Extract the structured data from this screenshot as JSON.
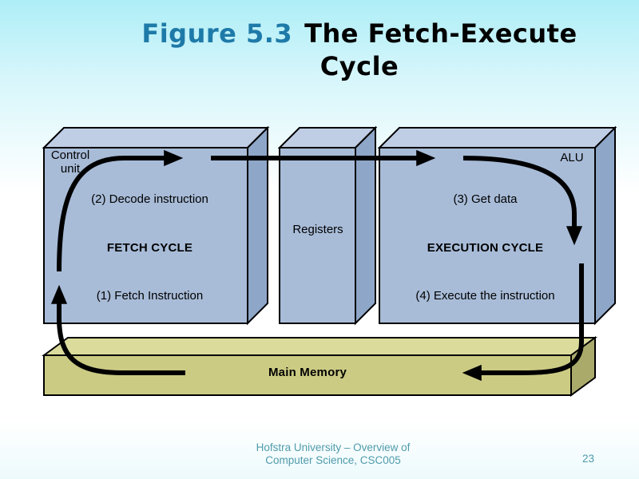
{
  "slide": {
    "title": {
      "figure_label": "Figure 5.3",
      "title_text": "The Fetch-Execute Cycle"
    },
    "footer": {
      "line1": "Hofstra University – Overview of",
      "line2": "Computer Science, CSC005",
      "page_number": "23"
    }
  },
  "diagram": {
    "control_unit": {
      "corner_label": "Control unit",
      "step2": "(2) Decode instruction",
      "cycle_label": "FETCH CYCLE",
      "step1": "(1) Fetch Instruction"
    },
    "registers": {
      "label": "Registers"
    },
    "alu": {
      "corner_label": "ALU",
      "step3": "(3) Get data",
      "cycle_label": "EXECUTION CYCLE",
      "step4": "(4) Execute the instruction"
    },
    "memory": {
      "label": "Main Memory"
    },
    "colors": {
      "box_front": "#a8bcd8",
      "box_top": "#bfcde5",
      "box_side": "#8ea6c8",
      "memory_front": "#cbcb84",
      "memory_top": "#dbdb9c",
      "memory_side": "#aaaa6b",
      "arrow": "#000000",
      "title_accent": "#1e7aa8",
      "footer_text": "#4f9bab"
    }
  }
}
